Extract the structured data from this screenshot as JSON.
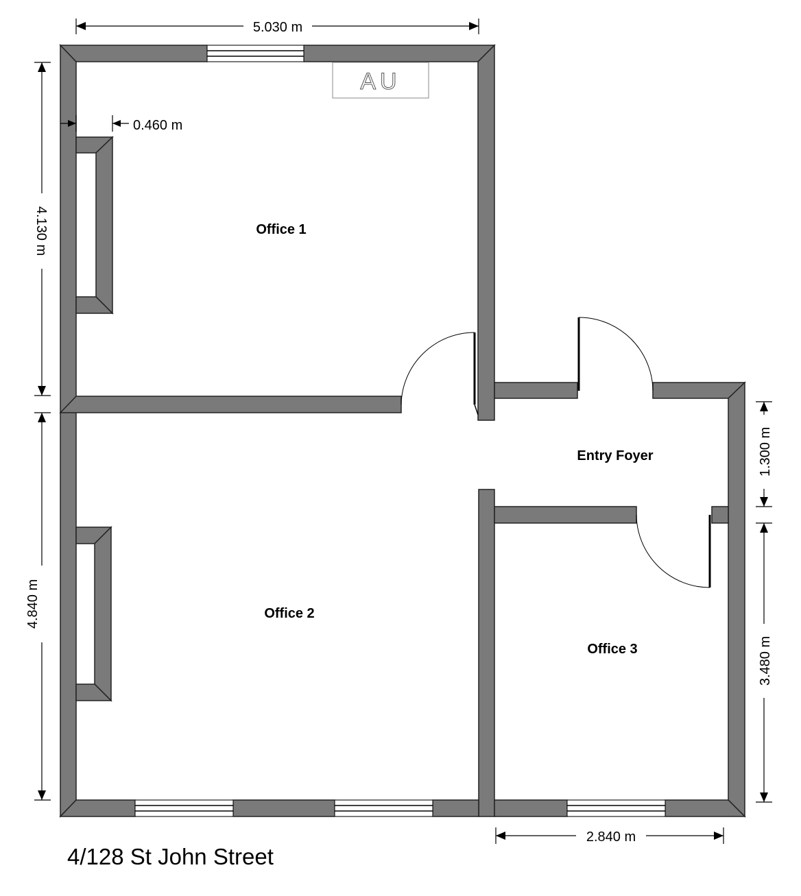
{
  "rooms": {
    "office1": "Office 1",
    "office2": "Office 2",
    "office3": "Office 3",
    "foyer": "Entry Foyer"
  },
  "dimensions": {
    "top_width": "5.030 m",
    "office1_height": "4.130 m",
    "wall_depth": "0.460 m",
    "office2_height": "4.840 m",
    "foyer_height": "1.300 m",
    "office3_height": "3.480 m",
    "office3_width": "2.840 m"
  },
  "ac_unit": "AU",
  "address": "4/128 St John Street"
}
